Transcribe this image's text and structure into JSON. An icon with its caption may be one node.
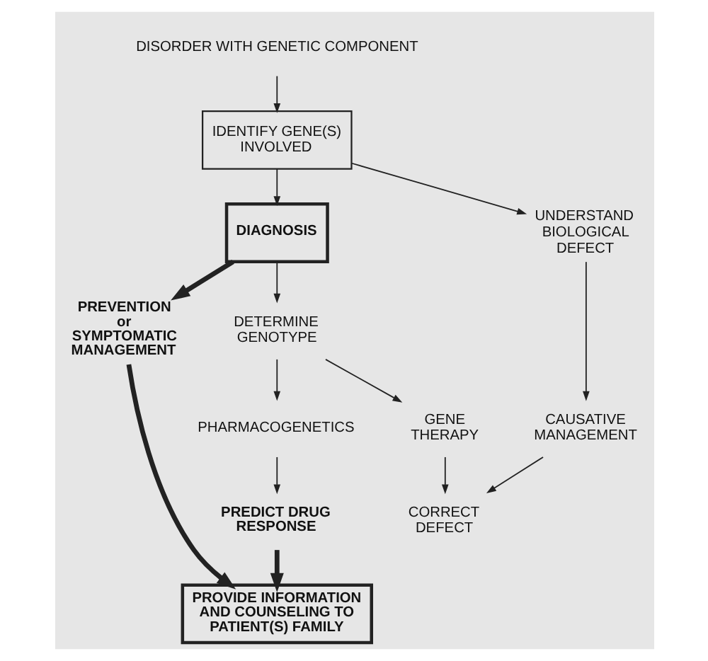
{
  "diagram": {
    "nodes": [
      {
        "text": [
          "DISORDER WITH GENETIC COMPONENT"
        ]
      },
      {
        "text": [
          "IDENTIFY GENE(S) INVOLVED"
        ]
      },
      {
        "text": [
          "DIAGNOSIS"
        ]
      },
      {
        "text": [
          "UNDERSTAND BIOLOGICAL DEFECT"
        ]
      },
      {
        "text": [
          "PREVENTION or SYMPTOMATIC MANAGEMENT"
        ]
      },
      {
        "text": [
          "DETERMINE GENOTYPE"
        ]
      },
      {
        "text": [
          "GENE THERAPY"
        ]
      },
      {
        "text": [
          "CAUSATIVE MANAGEMENT"
        ]
      },
      {
        "text": [
          "PHARMACOGENETICS"
        ]
      },
      {
        "text": [
          "CORRECT DEFECT"
        ]
      },
      {
        "text": [
          "PREDICT DRUG RESPONSE"
        ]
      },
      {
        "text": [
          "PROVIDE INFORMATION AND COUNSELING TO PATIENT(S) FAMILY"
        ]
      }
    ],
    "edges": [
      {
        "from": 0,
        "to": 1,
        "arrow": "to"
      },
      {
        "from": 1,
        "to": 2,
        "arrow": "to"
      },
      {
        "from": 1,
        "to": 3,
        "arrow": "to"
      },
      {
        "from": 2,
        "to": 4,
        "arrow": "to",
        "style": "thick"
      },
      {
        "from": 2,
        "to": 5,
        "arrow": "to"
      },
      {
        "from": 5,
        "to": 6,
        "arrow": "to"
      },
      {
        "from": 3,
        "to": 7,
        "arrow": "to"
      },
      {
        "from": 5,
        "to": 8,
        "arrow": "to"
      },
      {
        "from": 6,
        "to": 9,
        "arrow": "to"
      },
      {
        "from": 7,
        "to": 9,
        "arrow": "to"
      },
      {
        "from": 8,
        "to": 10,
        "arrow": "to"
      },
      {
        "from": 4,
        "to": 11,
        "arrow": "to",
        "style": "thick"
      },
      {
        "from": 10,
        "to": 11,
        "arrow": "to",
        "style": "thick"
      }
    ]
  }
}
